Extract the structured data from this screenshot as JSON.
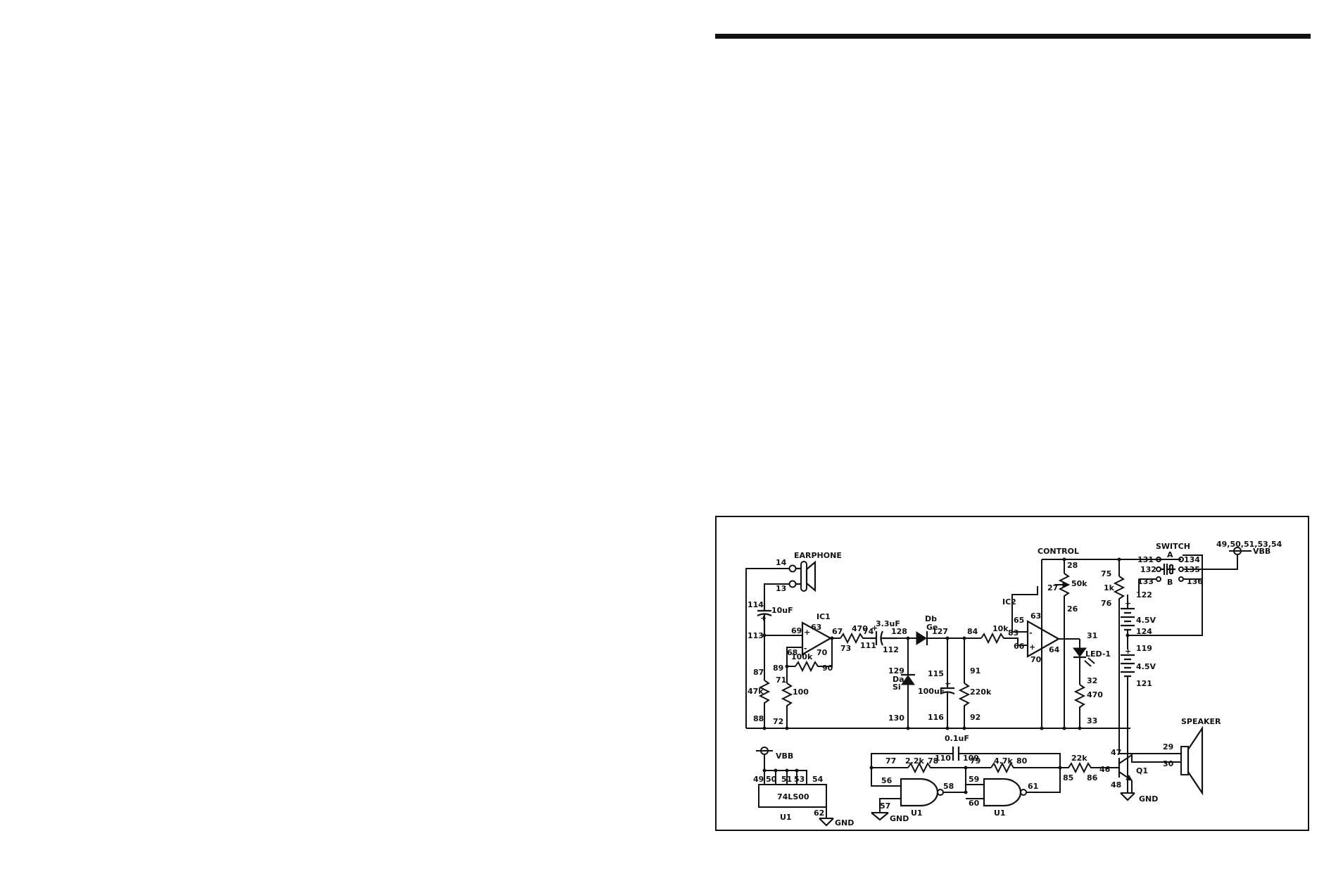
{
  "labels": {
    "earphone": "EARPHONE",
    "control": "CONTROL",
    "switch": "SWITCH",
    "switch_a": "A",
    "switch_b": "B",
    "vbb_pins": "49,50,51,53,54",
    "vbb": "VBB",
    "vbb2": "VBB",
    "speaker": "SPEAKER",
    "gnd1": "GND",
    "gnd2": "GND",
    "gnd3": "GND",
    "ic1": "IC1",
    "ic2": "IC2",
    "q1": "Q1",
    "u1a": "U1",
    "u1b": "U1",
    "u1c": "U1",
    "chip": "74LS00",
    "led": "LED-1",
    "db": "Db",
    "ge": "Ge",
    "da": "Da",
    "si": "Si"
  },
  "values": {
    "c_10uf": "10uF",
    "c_33uf": "3.3uF",
    "c_100uf": "100uF",
    "c_01uf": "0.1uF",
    "r_470a": "470",
    "r_470b": "470",
    "r_10k": "10k",
    "r_47k": "47k",
    "r_100k": "100k",
    "r_100": "100",
    "r_220k": "220k",
    "r_1k": "1k",
    "r_50k": "50k",
    "r_22k": "2.2k",
    "r_47kb": "4.7k",
    "r_22kb": "22k",
    "bat1": "4.5V",
    "bat2": "4.5V"
  },
  "pins": {
    "p14": "14",
    "p13": "13",
    "p114": "114",
    "p113": "113",
    "p87": "87",
    "p88": "88",
    "p69": "69",
    "p63a": "63",
    "p68": "68",
    "p70a": "70",
    "p67": "67",
    "p73": "73",
    "p89": "89",
    "p71": "71",
    "p72": "72",
    "p90": "90",
    "p74": "74",
    "p111": "111",
    "p128": "128",
    "p112": "112",
    "p127": "127",
    "p129": "129",
    "p130": "130",
    "p115": "115",
    "p116": "116",
    "p91": "91",
    "p92": "92",
    "p84": "84",
    "p83": "83",
    "p65": "65",
    "p66": "66",
    "p63b": "63",
    "p64": "64",
    "p70b": "70",
    "p28": "28",
    "p27": "27",
    "p26": "26",
    "p31": "31",
    "p32": "32",
    "p33": "33",
    "p75": "75",
    "p76": "76",
    "p131": "131",
    "p132": "132",
    "p133": "133",
    "p134": "134",
    "p135": "135",
    "p136": "136",
    "p122": "122",
    "p124": "124",
    "p119": "119",
    "p121": "121",
    "p29": "29",
    "p30": "30",
    "p47": "47",
    "p48": "48",
    "p46": "46",
    "p85": "85",
    "p86": "86",
    "p110": "110",
    "p109": "109",
    "p77": "77",
    "p78": "78",
    "p79": "79",
    "p80": "80",
    "p56": "56",
    "p57": "57",
    "p58": "58",
    "p59": "59",
    "p60": "60",
    "p61": "61",
    "p49": "49",
    "p50": "50",
    "p51": "51",
    "p53": "53",
    "p54": "54",
    "p62": "62"
  }
}
